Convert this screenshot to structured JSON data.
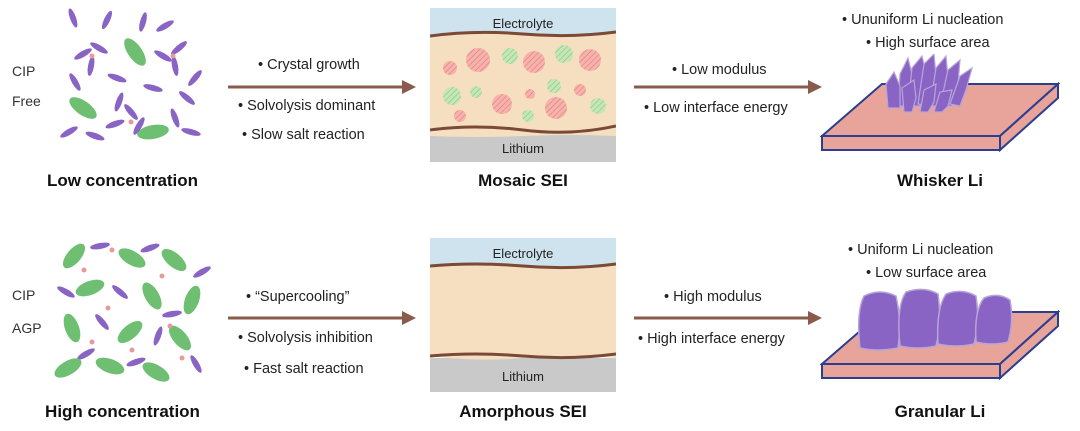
{
  "rows": [
    {
      "species_labels": [
        "CIP",
        "Free"
      ],
      "solution_caption": "Low concentration",
      "process_bullets_top": [
        "• Crystal growth"
      ],
      "process_bullets_bottom": [
        "• Solvolysis dominant",
        "• Slow salt reaction"
      ],
      "sei": {
        "top_label": "Electrolyte",
        "bottom_label": "Lithium",
        "caption": "Mosaic SEI"
      },
      "property_bullets_top": [
        "• Low modulus"
      ],
      "property_bullets_bottom": [
        "• Low interface energy"
      ],
      "li_notes": [
        "• Ununiform Li nucleation",
        "• High surface area"
      ],
      "li_caption": "Whisker Li"
    },
    {
      "species_labels": [
        "CIP",
        "AGP"
      ],
      "solution_caption": "High concentration",
      "process_bullets_top": [
        "• “Supercooling”"
      ],
      "process_bullets_bottom": [
        "• Solvolysis inhibition",
        "• Fast salt reaction"
      ],
      "sei": {
        "top_label": "Electrolyte",
        "bottom_label": "Lithium",
        "caption": "Amorphous SEI"
      },
      "property_bullets_top": [
        "• High modulus"
      ],
      "property_bullets_bottom": [
        "• High interface energy"
      ],
      "li_notes": [
        "• Uniform Li nucleation",
        "• Low surface area"
      ],
      "li_caption": "Granular Li"
    }
  ],
  "colors": {
    "anion_purple": "#8a64c4",
    "solvent_green": "#6fbf73",
    "cation_pink": "#e89a9a",
    "arrow_brown": "#8a5b4a",
    "electrolyte_blue": "#cfe3ef",
    "sei_beige": "#f5dfc0",
    "lithium_gray": "#c9c9c9",
    "substrate_pink": "#e8a39a",
    "substrate_edge": "#2a3f8f",
    "lithium_deposit": "#8a64c4"
  }
}
